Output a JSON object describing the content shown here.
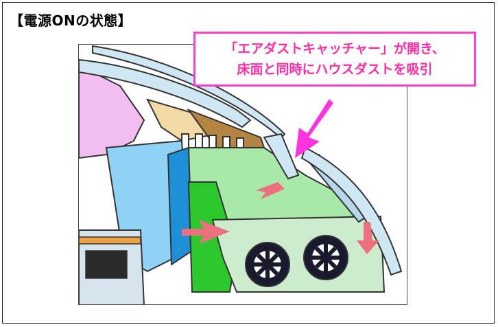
{
  "title": "【電源ONの状態】",
  "callout": {
    "line1": "「エアダストキャッチャー」が開き、",
    "line2": "床面と同時にハウスダストを吸引"
  },
  "colors": {
    "callout_border": "#ff3cd0",
    "callout_text": "#ff2aa8",
    "arrow": "#ff33e0",
    "flow_arrows": "#ee6f7d"
  }
}
